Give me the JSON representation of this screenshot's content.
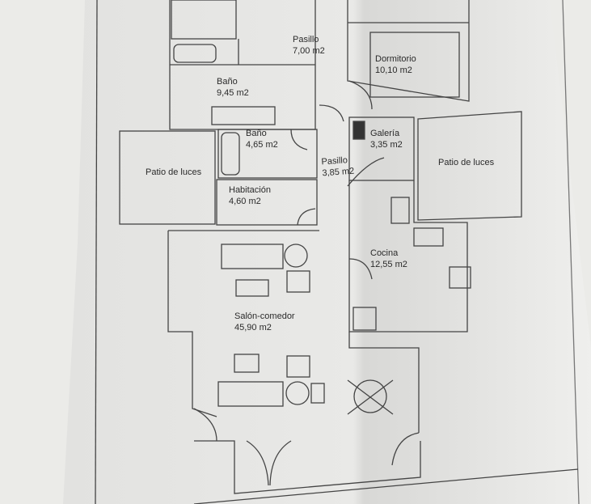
{
  "rooms": [
    {
      "id": "pasillo-1",
      "name": "Pasillo",
      "area": "7,00 m2"
    },
    {
      "id": "dormitorio",
      "name": "Dormitorio",
      "area": "10,10 m2"
    },
    {
      "id": "bano-1",
      "name": "Baño",
      "area": "9,45 m2"
    },
    {
      "id": "bano-2",
      "name": "Baño",
      "area": "4,65 m2"
    },
    {
      "id": "galeria",
      "name": "Galería",
      "area": "3,35 m2"
    },
    {
      "id": "pasillo-2",
      "name": "Pasillo",
      "area": "3,85 m2"
    },
    {
      "id": "patio-left",
      "name": "Patio de luces",
      "area": ""
    },
    {
      "id": "patio-right",
      "name": "Patio de luces",
      "area": ""
    },
    {
      "id": "habitacion",
      "name": "Habitación",
      "area": "4,60 m2"
    },
    {
      "id": "cocina",
      "name": "Cocina",
      "area": "12,55 m2"
    },
    {
      "id": "salon",
      "name": "Salón-comedor",
      "area": "45,90 m2"
    }
  ]
}
